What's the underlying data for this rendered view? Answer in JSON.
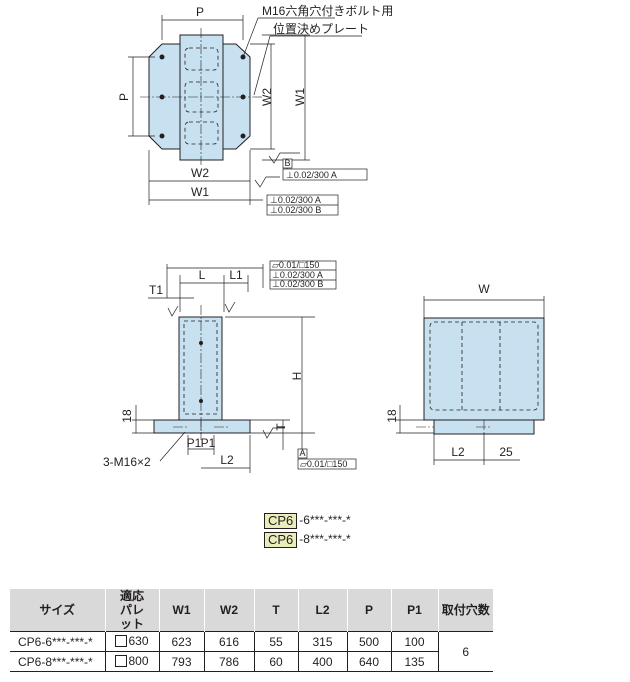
{
  "diagram": {
    "top_view": {
      "dim_p_top": "P",
      "dim_p_side": "P",
      "dim_w2": "W2",
      "dim_w1": "W1",
      "dim_w2_vert": "W2",
      "dim_w1_vert": "W1",
      "callout_bolt": "M16六角穴付きボルト用",
      "callout_plate": "位置決めプレート",
      "datum_b": "B",
      "tol_1": "⊥0.02/300 A",
      "tol_2": "⊥0.02/300 A",
      "tol_3": "⊥0.02/300 B"
    },
    "front_view": {
      "dim_l": "L",
      "dim_l1": "L1",
      "dim_t1": "T1",
      "dim_h": "H",
      "dim_18": "18",
      "dim_t": "T",
      "dim_p1a": "P1",
      "dim_p1b": "P1",
      "dim_l2": "L2",
      "callout_holes": "3-M16×2",
      "datum_a": "A",
      "flat_1": "⏥0.01/□150",
      "perp_1": "⊥0.02/300 A",
      "perp_2": "⊥0.02/300 B",
      "flat_bottom": "⏥0.01/□150"
    },
    "side_view": {
      "dim_w": "W",
      "dim_18": "18",
      "dim_l2": "L2",
      "dim_25": "25"
    }
  },
  "codes": [
    {
      "key": "CP6",
      "rest": "-6***-***-*"
    },
    {
      "key": "CP6",
      "rest": "-8***-***-*"
    }
  ],
  "table": {
    "headers": [
      "サイズ",
      "適応パレット",
      "W1",
      "W2",
      "T",
      "L2",
      "P",
      "P1",
      "取付穴数"
    ],
    "rows": [
      {
        "size": "CP6-6***-***-*",
        "pallet": "630",
        "W1": "623",
        "W2": "616",
        "T": "55",
        "L2": "315",
        "P": "500",
        "P1": "100"
      },
      {
        "size": "CP6-8***-***-*",
        "pallet": "800",
        "W1": "793",
        "W2": "786",
        "T": "60",
        "L2": "400",
        "P": "640",
        "P1": "135"
      }
    ],
    "mount_holes": "6"
  }
}
